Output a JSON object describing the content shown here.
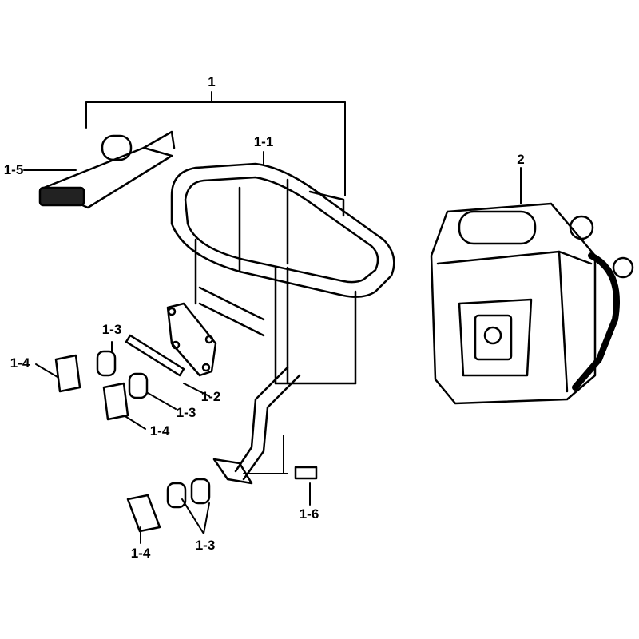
{
  "callouts": {
    "assembly": "1",
    "carrier_frame": "1-1",
    "clamp_plate": "1-2",
    "rubber_a": "1-3",
    "rubber_b": "1-3",
    "rubber_c": "1-3",
    "holder_a": "1-4",
    "holder_b": "1-4",
    "holder_c": "1-4",
    "strap_bracket": "1-5",
    "bolt": "1-6",
    "jerry_can": "2"
  }
}
